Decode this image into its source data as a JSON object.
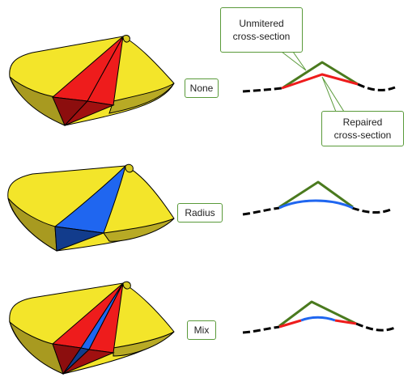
{
  "labels": {
    "none": "None",
    "radius": "Radius",
    "mix": "Mix"
  },
  "callouts": {
    "unmitered_line1": "Unmitered",
    "unmitered_line2": "cross-section",
    "repaired_line1": "Repaired",
    "repaired_line2": "cross-section"
  },
  "colors": {
    "cone_yellow": "#f3e52a",
    "cone_shadow": "#7a6d12",
    "patch_red": "#ee1c1c",
    "patch_red_dark": "#8c0e0e",
    "patch_blue": "#1f66f0",
    "patch_blue_dark": "#123c8c",
    "profile_green": "#4a7a1e",
    "profile_black": "#000000",
    "callout_border": "#5a9a3a"
  }
}
